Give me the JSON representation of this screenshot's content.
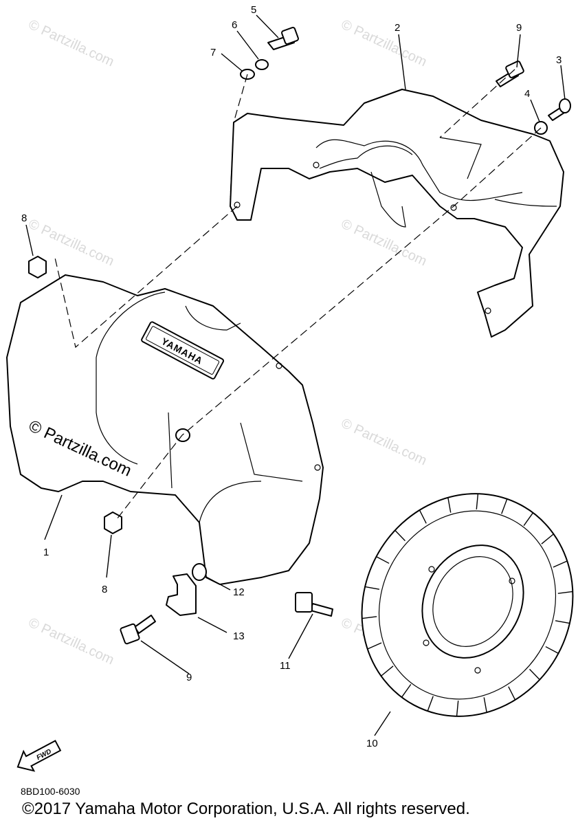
{
  "watermark_text": "© Partzilla.com",
  "diagram": {
    "callouts": [
      "1",
      "2",
      "3",
      "4",
      "5",
      "6",
      "7",
      "8",
      "8",
      "9",
      "9",
      "10",
      "11",
      "12",
      "13"
    ],
    "logo_text": "YAMAHA",
    "fwd_label": "FWD"
  },
  "footer": {
    "drawing_code": "8BD100-6030",
    "copyright": "©2017  Yamaha Motor Corporation, U.S.A. All rights reserved."
  }
}
